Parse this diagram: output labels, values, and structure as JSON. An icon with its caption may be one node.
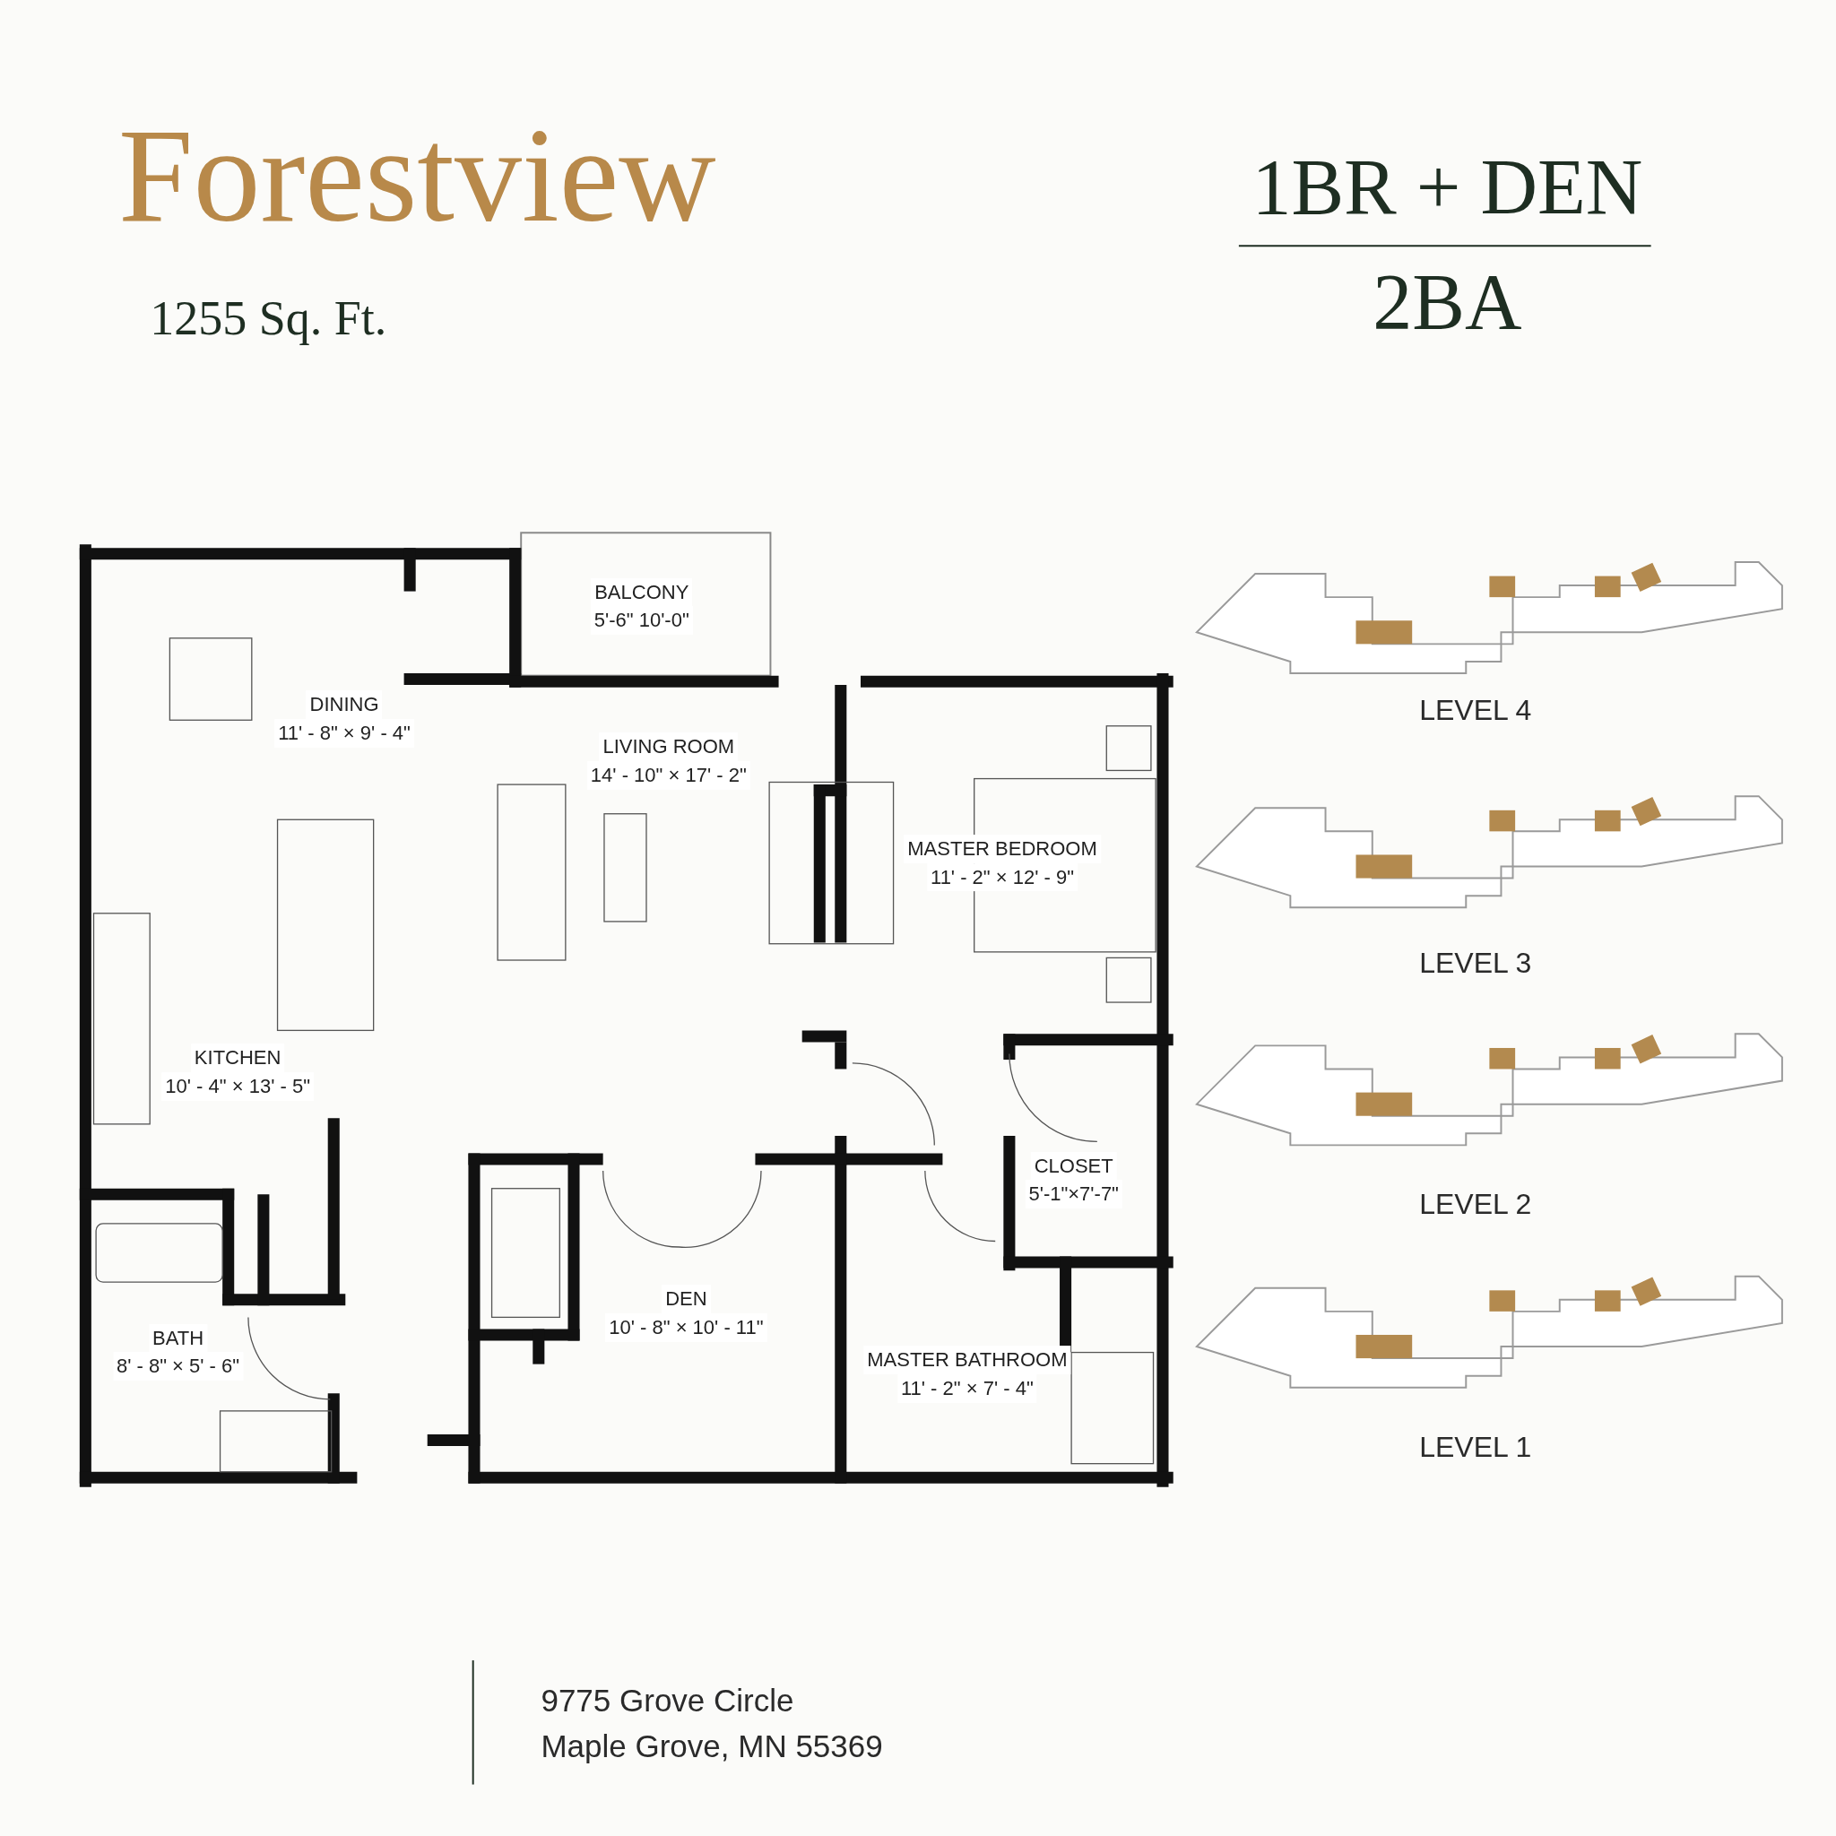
{
  "diagram": {
    "title": "Forestview",
    "nodes": [
      {
        "text": [
          "BALCONY",
          "5'-6\"   10'-0\""
        ]
      },
      {
        "text": [
          "DINING",
          "11' - 8\" × 9' - 4\""
        ]
      },
      {
        "text": [
          "LIVING ROOM",
          "14' - 10\" × 17' - 2\""
        ]
      },
      {
        "text": [
          "MASTER BEDROOM",
          "11' - 2\" × 12' - 9\""
        ]
      },
      {
        "text": [
          "KITCHEN",
          "10' - 4\" × 13' - 5\""
        ]
      },
      {
        "text": [
          "CLOSET",
          "5'-1\"×7'-7\""
        ]
      },
      {
        "text": [
          "DEN",
          "10' - 8\" × 10' - 11\""
        ]
      },
      {
        "text": [
          "BATH",
          "8' - 8\" × 5' - 6\""
        ]
      },
      {
        "text": [
          "MASTER BATHROOM",
          "11' - 2\" × 7' - 4\""
        ]
      }
    ],
    "labels": [
      "1255 Sq. Ft.",
      "1BR + DEN",
      "2BA",
      "LEVEL 4",
      "LEVEL 3",
      "LEVEL 2",
      "LEVEL 1",
      "9775 Grove Circle",
      "Maple Grove, MN 55369"
    ]
  }
}
